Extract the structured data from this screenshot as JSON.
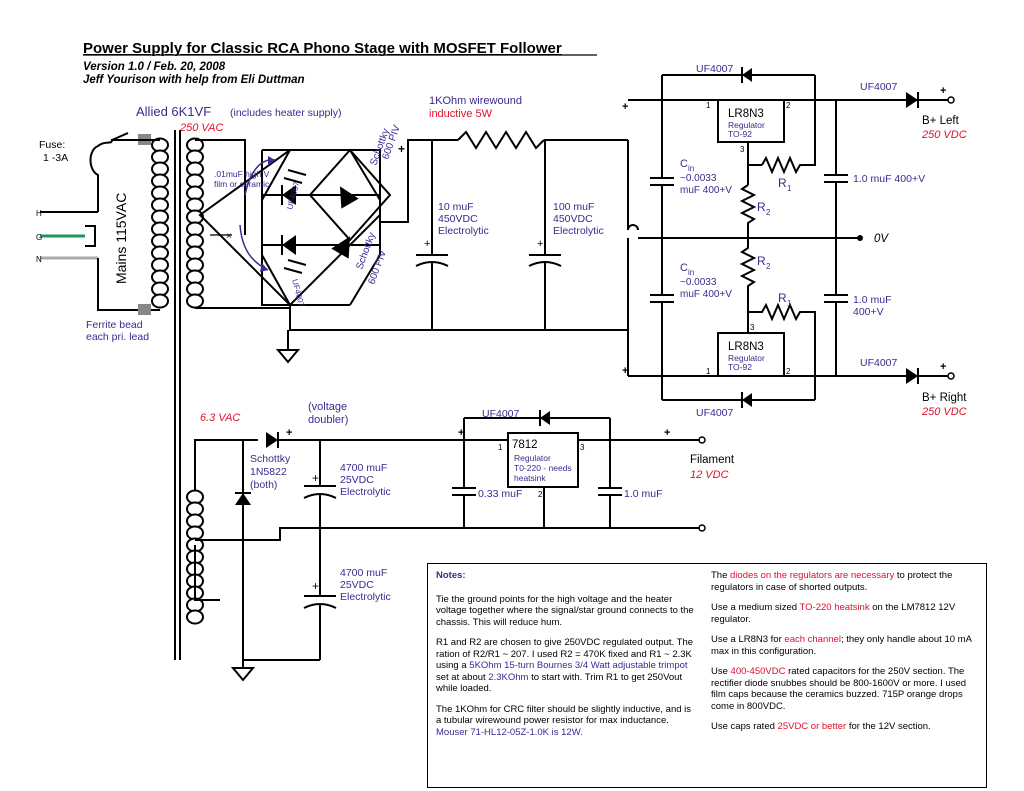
{
  "title": "Power Supply for Classic RCA Phono Stage with MOSFET Follower",
  "version": "Version 1.0 / Feb. 20, 2008",
  "author": "Jeff Yourison with help from Eli Duttman",
  "transformer": {
    "name": "Allied 6K1VF",
    "note": "(includes heater supply)",
    "hv_out": "250 VAC",
    "lv_out": "6.3 VAC"
  },
  "mains": {
    "label": "Mains 115VAC",
    "fuse": "Fuse:",
    "fuse_rating": "1 -3A",
    "h": "H",
    "g": "G",
    "n": "N",
    "ferrite": "Ferrite bead",
    "ferrite2": "each pri. lead"
  },
  "bridge": {
    "snub_note1": ".01muF high V",
    "snub_note2": "film or ceramic",
    "uf_top": "UF4007",
    "uf_bot": "UF4007",
    "schottky1a": "Schottky",
    "schottky1b": "600 PIV",
    "schottky2a": "Schottky",
    "schottky2b": "600 PIV"
  },
  "crc": {
    "res1": "1KOhm wirewound",
    "res2": "inductive 5W",
    "c1a": "10 muF",
    "c1b": "450VDC",
    "c1c": "Electrolytic",
    "c2a": "100 muF",
    "c2b": "450VDC",
    "c2c": "Electrolytic"
  },
  "regulators": {
    "uf_top": "UF4007",
    "uf_mid_bot": "UF4007",
    "uf_out_top": "UF4007",
    "uf_out_bot": "UF4007",
    "lr_top": "LR8N3",
    "lr_bot": "LR8N3",
    "reg": "Regulator",
    "pkg": "TO-92",
    "cin": "C",
    "cin_sub": "in",
    "cin_val1": "~0.0033",
    "cin_val2": "muF 400+V",
    "r1": "R",
    "r1_sub": "1",
    "r2": "R",
    "r2_sub": "2",
    "cap_top": "1.0 muF 400+V",
    "cap_bot1": "1.0 muF",
    "cap_bot2": "400+V",
    "zero": "0V",
    "bl": "B+ Left",
    "bl_v": "250 VDC",
    "br": "B+ Right",
    "br_v": "250 VDC",
    "pin1": "1",
    "pin2": "2",
    "pin3": "3"
  },
  "filament": {
    "doubler1": "(voltage",
    "doubler2": "doubler)",
    "schottky1": "Schottky",
    "schottky2": "1N5822",
    "schottky3": "(both)",
    "c1a": "4700 muF",
    "c1b": "25VDC",
    "c1c": "Electrolytic",
    "c2a": "4700 muF",
    "c2b": "25VDC",
    "c2c": "Electrolytic",
    "uf": "UF4007",
    "reg_name": "7812",
    "reg1": "Regulator",
    "reg2": "T0-220 - needs",
    "reg3": "heatsink",
    "cin": "0.33 muF",
    "cout": "1.0 muF",
    "out": "Filament",
    "out_v": "12 VDC"
  },
  "notes": {
    "heading": "Notes:",
    "n1": "Tie the ground points for the high voltage and the heater voltage together where the signal/star ground connects to the chassis. This will reduce hum.",
    "n2a": "R1 and R2 are chosen to give 250VDC regulated output. The ration of R2/R1 ~ 207. I used R2 = 470K fixed and R1 ~ 2.3K using a ",
    "n2b": "5KOhm 15-turn Bournes 3/4 Watt adjustable trimpot",
    "n2c": " set at about ",
    "n2d": "2.3KOhm",
    "n2e": " to start with. Trim R1 to get 250Vout while loaded.",
    "n3a": "The 1KOhm for CRC filter should be slightly inductive, and is a tubular wirewound power resistor for max inductance. ",
    "n3b": "Mouser 71-HL12-05Z-1.0K is 12W.",
    "n4a": "The ",
    "n4b": "diodes on the regulators are necessary",
    "n4c": " to protect the regulators in case of shorted outputs.",
    "n5a": "Use a medium sized ",
    "n5b": "TO-220 heatsink",
    "n5c": " on the LM7812 12V regulator.",
    "n6a": "Use a LR8N3 for ",
    "n6b": "each channel",
    "n6c": "; they only handle about 10 mA max in this configuration.",
    "n7a": "Use ",
    "n7b": "400-450VDC",
    "n7c": " rated capacitors for the 250V section. The rectifier diode snubbes should be 800-1600V or more. I used film caps because the ceramics buzzed. 715P orange drops come in 800VDC.",
    "n8a": "Use caps rated ",
    "n8b": "25VDC or better",
    "n8c": " for the 12V section."
  }
}
